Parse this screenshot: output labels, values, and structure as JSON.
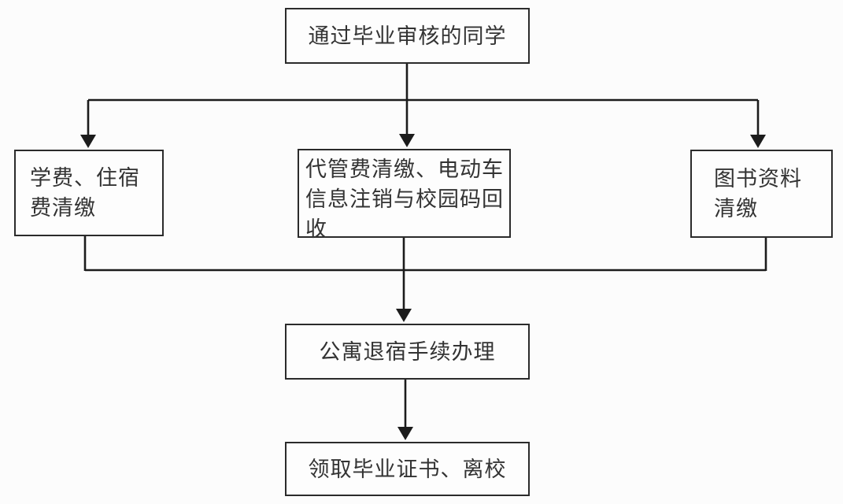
{
  "diagram": {
    "type": "flowchart",
    "nodes": {
      "start": {
        "label": "通过毕业审核的同学"
      },
      "fees": {
        "label": "学费、住宿\n费清缴"
      },
      "custody": {
        "label": "代管费清缴、电动车\n信息注销与校园码回\n收"
      },
      "library": {
        "label": "图书资料\n清缴"
      },
      "dorm": {
        "label": "公寓退宿手续办理"
      },
      "graduate": {
        "label": "领取毕业证书、离校"
      }
    },
    "edges": [
      {
        "from": "start",
        "to": "fees"
      },
      {
        "from": "start",
        "to": "custody"
      },
      {
        "from": "start",
        "to": "library"
      },
      {
        "from": "fees",
        "to": "dorm"
      },
      {
        "from": "custody",
        "to": "dorm"
      },
      {
        "from": "library",
        "to": "dorm"
      },
      {
        "from": "dorm",
        "to": "graduate"
      }
    ],
    "colors": {
      "line": "#1c1c1c",
      "border": "#2b2b2b",
      "background": "#fcfcfc",
      "text": "#333333"
    }
  }
}
